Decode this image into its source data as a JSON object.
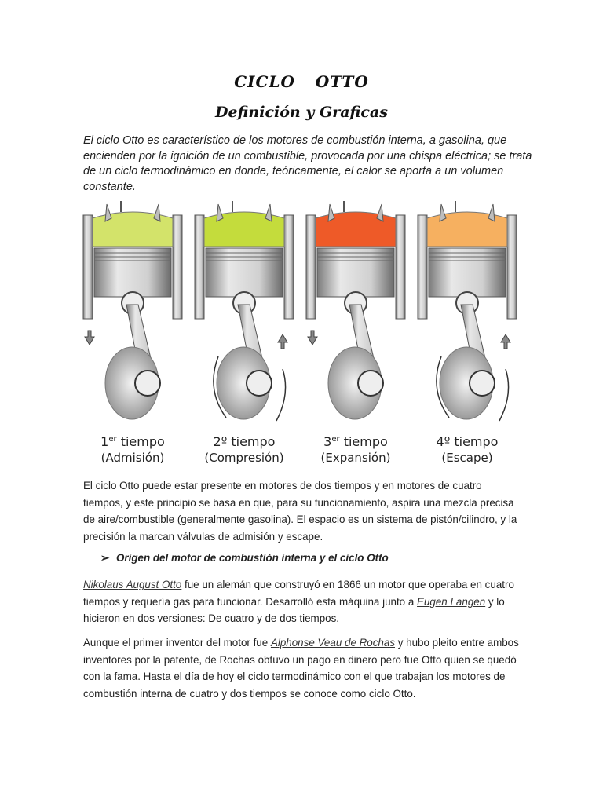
{
  "title": "CICLO  OTTO",
  "subtitle": "Definición y Graficas",
  "intro": "El ciclo Otto es característico de los motores de combustión interna, a gasolina, que encienden por la ignición de un combustible, provocada por una chispa eléctrica; se trata de un ciclo termodinámico en donde, teóricamente, el calor se aporta a un volumen constante.",
  "strokes": [
    {
      "number": "1",
      "suffix": "er",
      "word": "tiempo",
      "name": "(Admisión)",
      "color": "#d3e36a",
      "arrow": "down",
      "rotation": "none"
    },
    {
      "number": "2º",
      "suffix": "",
      "word": "tiempo",
      "name": "(Compresión)",
      "color": "#c4dc3c",
      "arrow": "up",
      "rotation": "ccw"
    },
    {
      "number": "3",
      "suffix": "er",
      "word": "tiempo",
      "name": "(Expansión)",
      "color": "#ee5a28",
      "arrow": "down",
      "rotation": "none"
    },
    {
      "number": "4º",
      "suffix": "",
      "word": "tiempo",
      "name": "(Escape)",
      "color": "#f6b060",
      "arrow": "up",
      "rotation": "ccw"
    }
  ],
  "paragraph1": {
    "text": "El ciclo Otto puede estar presente en motores de dos tiempos y en motores de cuatro tiempos, y este principio se basa en que, para su funcionamiento, aspira una mezcla precisa de aire/combustible (generalmente gasolina). El espacio es un sistema de pistón/cilindro, y la precisión la marcan válvulas de admisión",
    "tail": " y escape."
  },
  "section_heading": "Origen del motor de combustión interna y el ciclo Otto",
  "paragraph2": {
    "link1": "Nikolaus August Otto",
    "text1": " fue un alemán que construyó en 1866 un motor que operaba en cuatro tiempos y requería gas para funcionar. Desarrolló esta máquina junto a ",
    "link2": "Eugen Langen",
    "text2": " y lo hicieron en dos versiones: De cuatro y de dos tiempos."
  },
  "paragraph3": {
    "text1": "Aunque el primer inventor del motor fue ",
    "link": "Alphonse Veau de Rochas",
    "text2": " y hubo pleito entre ambos inventores por la patente, de Rochas obtuvo un pago en dinero pero fue Otto quien se quedó con la fama. Hasta el día de hoy el ciclo termodinámico con el que trabajan los motores de combustión interna de cuatro y dos tiempos se conoce como ciclo Otto."
  }
}
